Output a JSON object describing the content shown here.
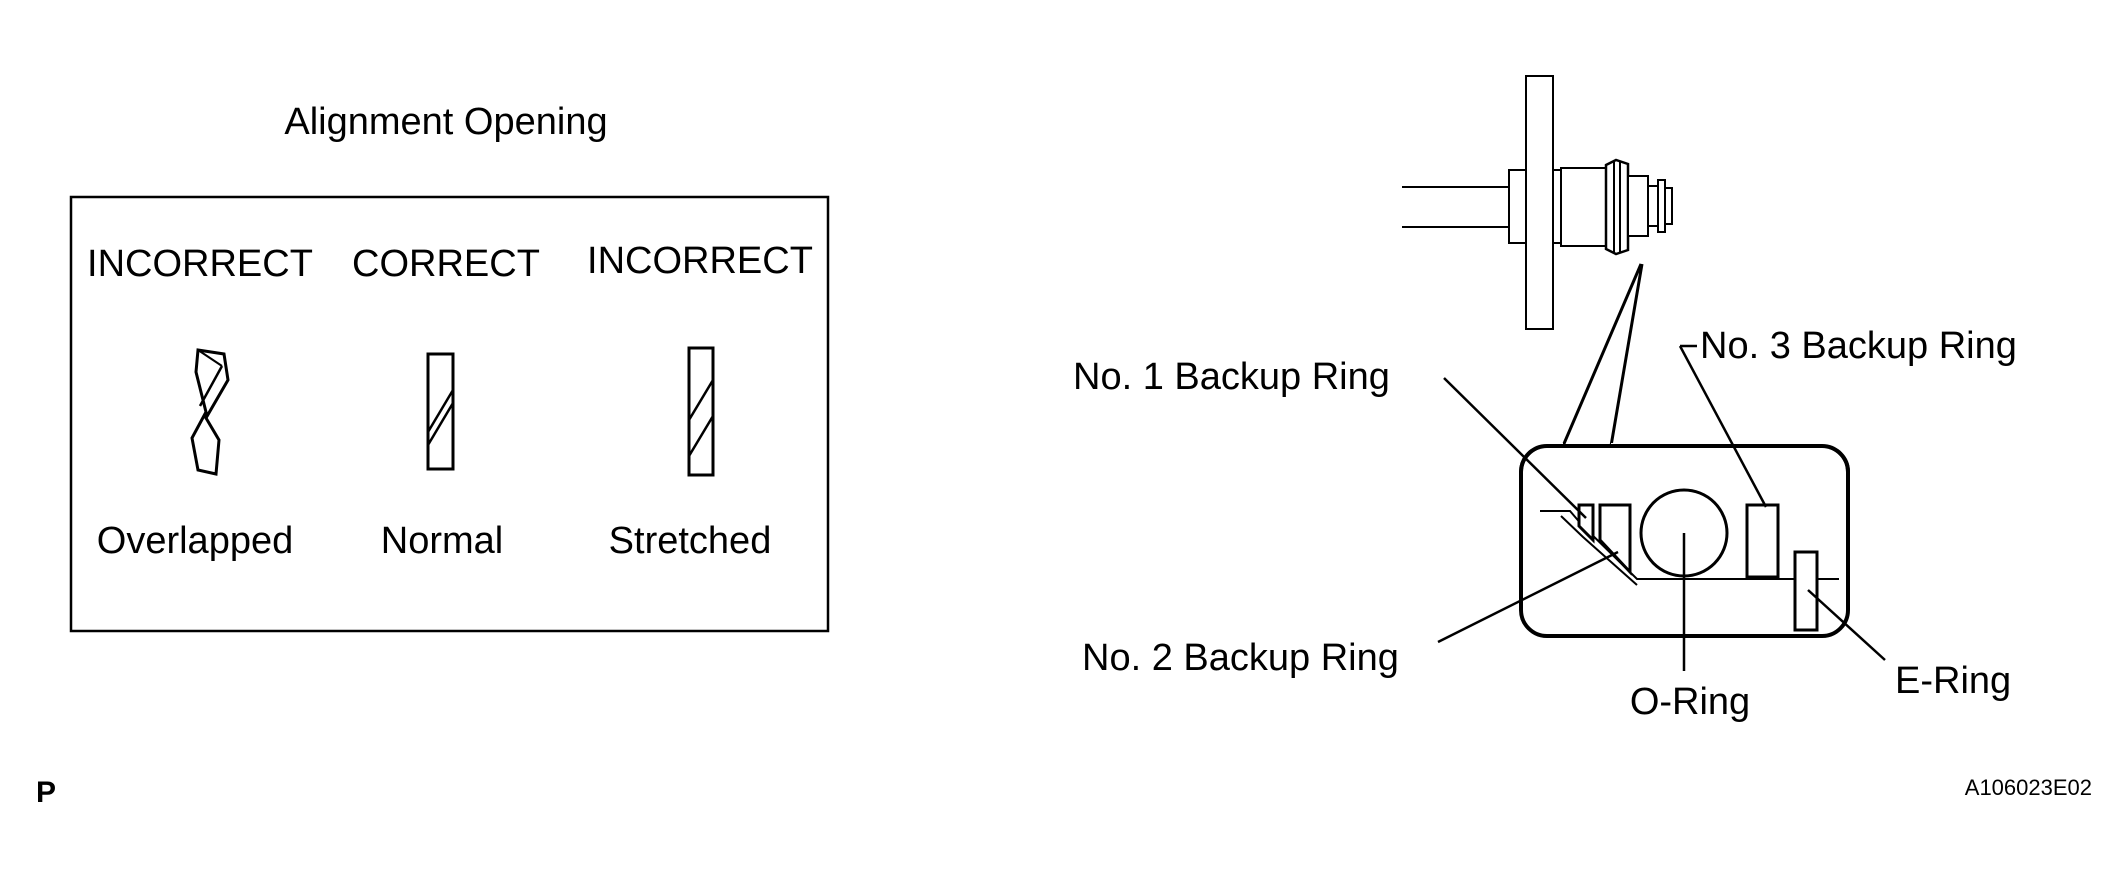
{
  "alignment_panel": {
    "title": "Alignment Opening",
    "columns": [
      {
        "header": "INCORRECT",
        "caption": "Overlapped"
      },
      {
        "header": "CORRECT",
        "caption": "Normal"
      },
      {
        "header": "INCORRECT",
        "caption": "Stretched"
      }
    ]
  },
  "ring_diagram": {
    "labels": {
      "no1_backup_ring": "No. 1 Backup Ring",
      "no2_backup_ring": "No. 2 Backup Ring",
      "no3_backup_ring": "No. 3 Backup Ring",
      "o_ring": "O-Ring",
      "e_ring": "E-Ring"
    }
  },
  "footer": {
    "left_mark": "P",
    "figure_code": "A106023E02"
  }
}
